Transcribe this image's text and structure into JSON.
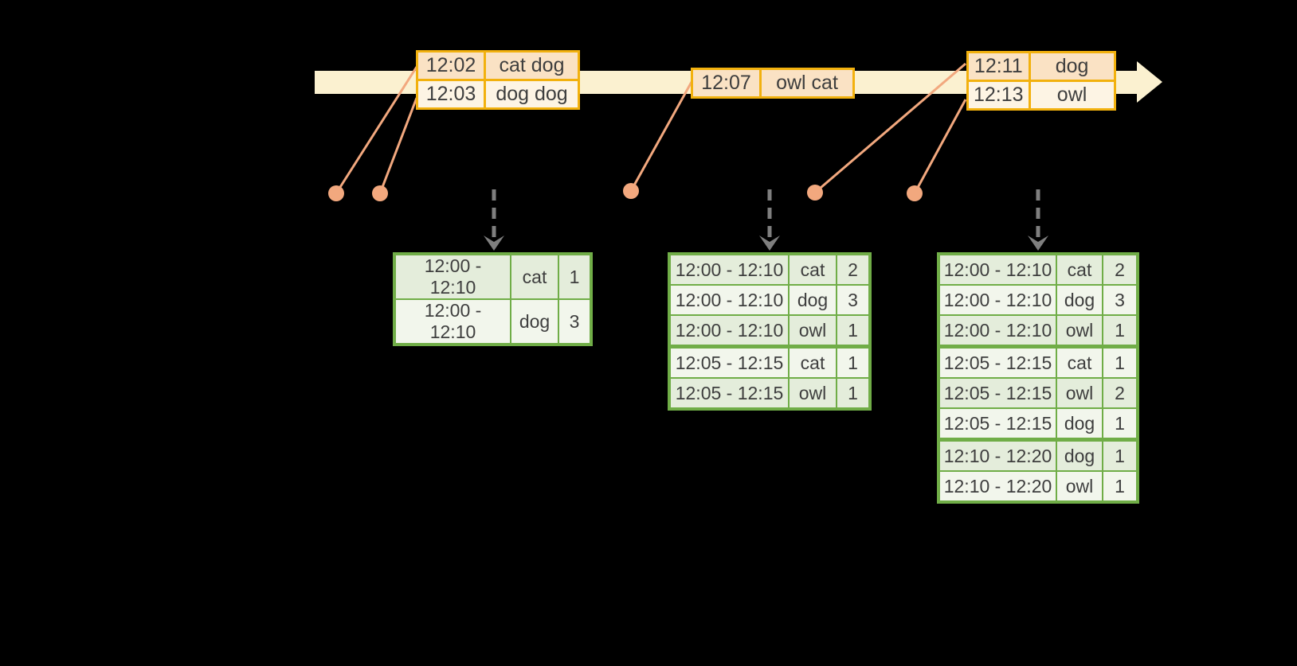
{
  "colors": {
    "background": "#000000",
    "timeline_band": "#FBF1D0",
    "event_table_border": "#F2B10E",
    "event_row_peach": "#FAE2C4",
    "event_row_cream": "#FDF4E4",
    "connector_salmon": "#F2A87E",
    "result_table_border": "#70AD47",
    "result_row_dark": "#E4EDDB",
    "result_row_light": "#F2F6EC",
    "trigger_arrow_gray": "#7F7F7F",
    "text": "#3E3E3E"
  },
  "event_tables": [
    {
      "rows": [
        [
          "12:02",
          "cat dog"
        ],
        [
          "12:03",
          "dog dog"
        ]
      ]
    },
    {
      "rows": [
        [
          "12:07",
          "owl cat"
        ]
      ]
    },
    {
      "rows": [
        [
          "12:11",
          "dog"
        ],
        [
          "12:13",
          "owl"
        ]
      ]
    }
  ],
  "result_tables": [
    {
      "rows": [
        [
          "12:00 - 12:10",
          "cat",
          "1"
        ],
        [
          "12:00 - 12:10",
          "dog",
          "3"
        ]
      ],
      "group_breaks": []
    },
    {
      "rows": [
        [
          "12:00 - 12:10",
          "cat",
          "2"
        ],
        [
          "12:00 - 12:10",
          "dog",
          "3"
        ],
        [
          "12:00 - 12:10",
          "owl",
          "1"
        ],
        [
          "12:05 - 12:15",
          "cat",
          "1"
        ],
        [
          "12:05 - 12:15",
          "owl",
          "1"
        ]
      ],
      "group_breaks": [
        3
      ]
    },
    {
      "rows": [
        [
          "12:00 - 12:10",
          "cat",
          "2"
        ],
        [
          "12:00 - 12:10",
          "dog",
          "3"
        ],
        [
          "12:00 - 12:10",
          "owl",
          "1"
        ],
        [
          "12:05 - 12:15",
          "cat",
          "1"
        ],
        [
          "12:05 - 12:15",
          "owl",
          "2"
        ],
        [
          "12:05 - 12:15",
          "dog",
          "1"
        ],
        [
          "12:10 - 12:20",
          "dog",
          "1"
        ],
        [
          "12:10 - 12:20",
          "owl",
          "1"
        ]
      ],
      "group_breaks": [
        3,
        6
      ]
    }
  ]
}
